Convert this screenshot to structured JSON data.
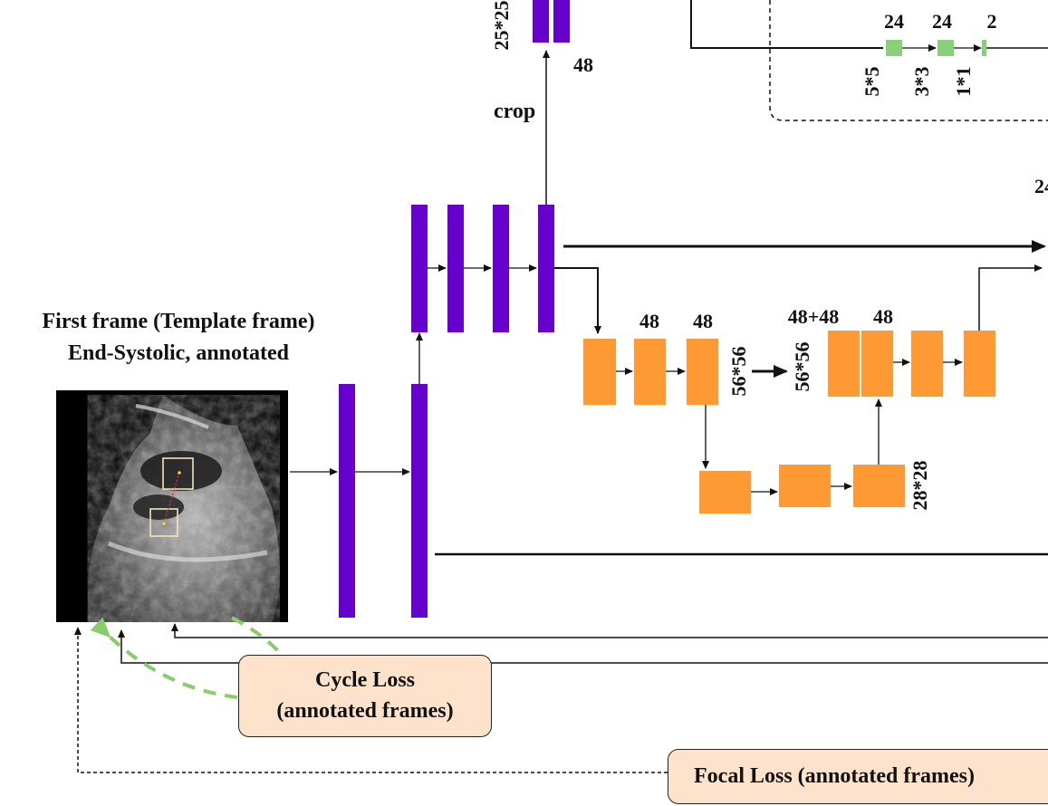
{
  "frame": {
    "title_line1": "First frame (Template frame)",
    "title_line2": "End-Systolic, annotated"
  },
  "labels": {
    "crop": "crop",
    "top_size": "25*25",
    "top_channels": "48",
    "enc_ch_1": "48",
    "enc_ch_2": "48",
    "enc_size": "56*56",
    "dec_size": "56*56",
    "dec_ch_concat": "48+48",
    "dec_ch": "48",
    "bottom_size": "28*28",
    "head_ch_1": "24",
    "head_ch_2": "24",
    "head_ch_3": "2",
    "kernel_1": "5*5",
    "kernel_2": "3*3",
    "kernel_3": "1*1",
    "edge_fragment": "24"
  },
  "losses": {
    "cycle_line1": "Cycle Loss",
    "cycle_line2": "(annotated frames)",
    "focal": "Focal Loss (annotated frames)"
  },
  "colors": {
    "backbone": "#6600cc",
    "decoder": "#ff9933",
    "head": "#88d17a",
    "loss_fill": "#fde3cc",
    "cycle_arrow": "#88cc6e"
  }
}
